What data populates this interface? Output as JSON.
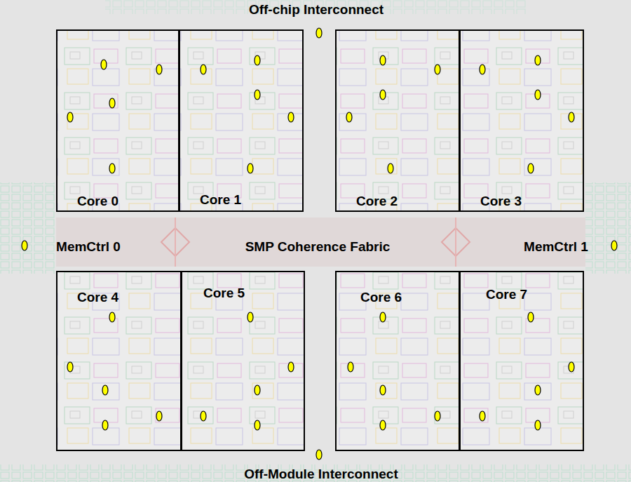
{
  "diagram": {
    "nodes": [
      {
        "text": [
          "Core 0"
        ]
      },
      {
        "text": [
          "Core 1"
        ]
      },
      {
        "text": [
          "Core 2"
        ]
      },
      {
        "text": [
          "Core 3"
        ]
      },
      {
        "text": [
          "Core 4"
        ]
      },
      {
        "text": [
          "Core 5"
        ]
      },
      {
        "text": [
          "Core 6"
        ]
      },
      {
        "text": [
          "Core 7"
        ]
      }
    ],
    "labels": [
      "Off-chip Interconnect",
      "MemCtrl 0",
      "SMP Coherence Fabric",
      "MemCtrl 1",
      "Off-Module Interconnect"
    ]
  }
}
